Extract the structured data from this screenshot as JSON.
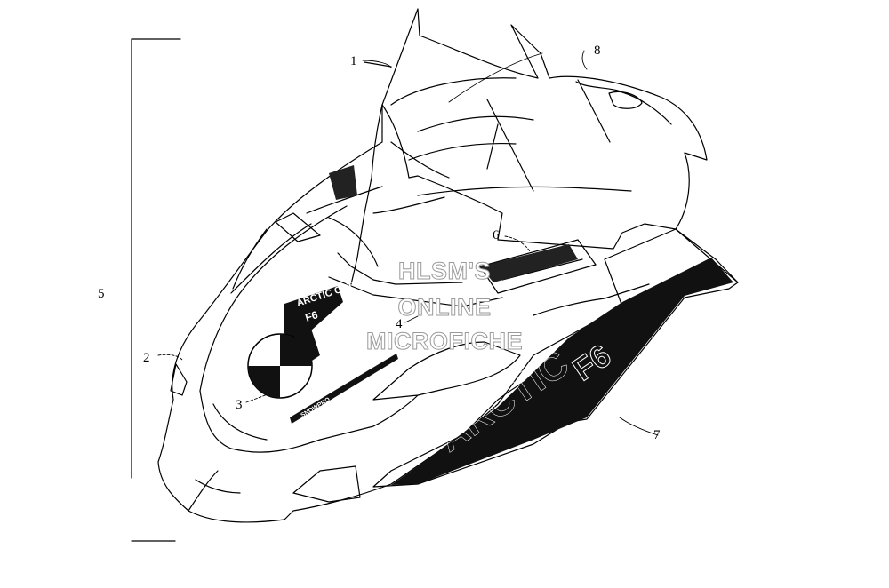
{
  "diagram": {
    "callouts": [
      "1",
      "2",
      "3",
      "4",
      "5",
      "6",
      "7",
      "8"
    ],
    "watermark": [
      "HLSM'S",
      "ONLINE",
      "MICROFICHE"
    ],
    "decals": {
      "hood_badge": "ARCTIC CAT",
      "hood_badge_model": "F6",
      "hood_strip": "SNOWPRO",
      "side_panel": "ARCTIC",
      "side_panel_model": "F6"
    }
  }
}
